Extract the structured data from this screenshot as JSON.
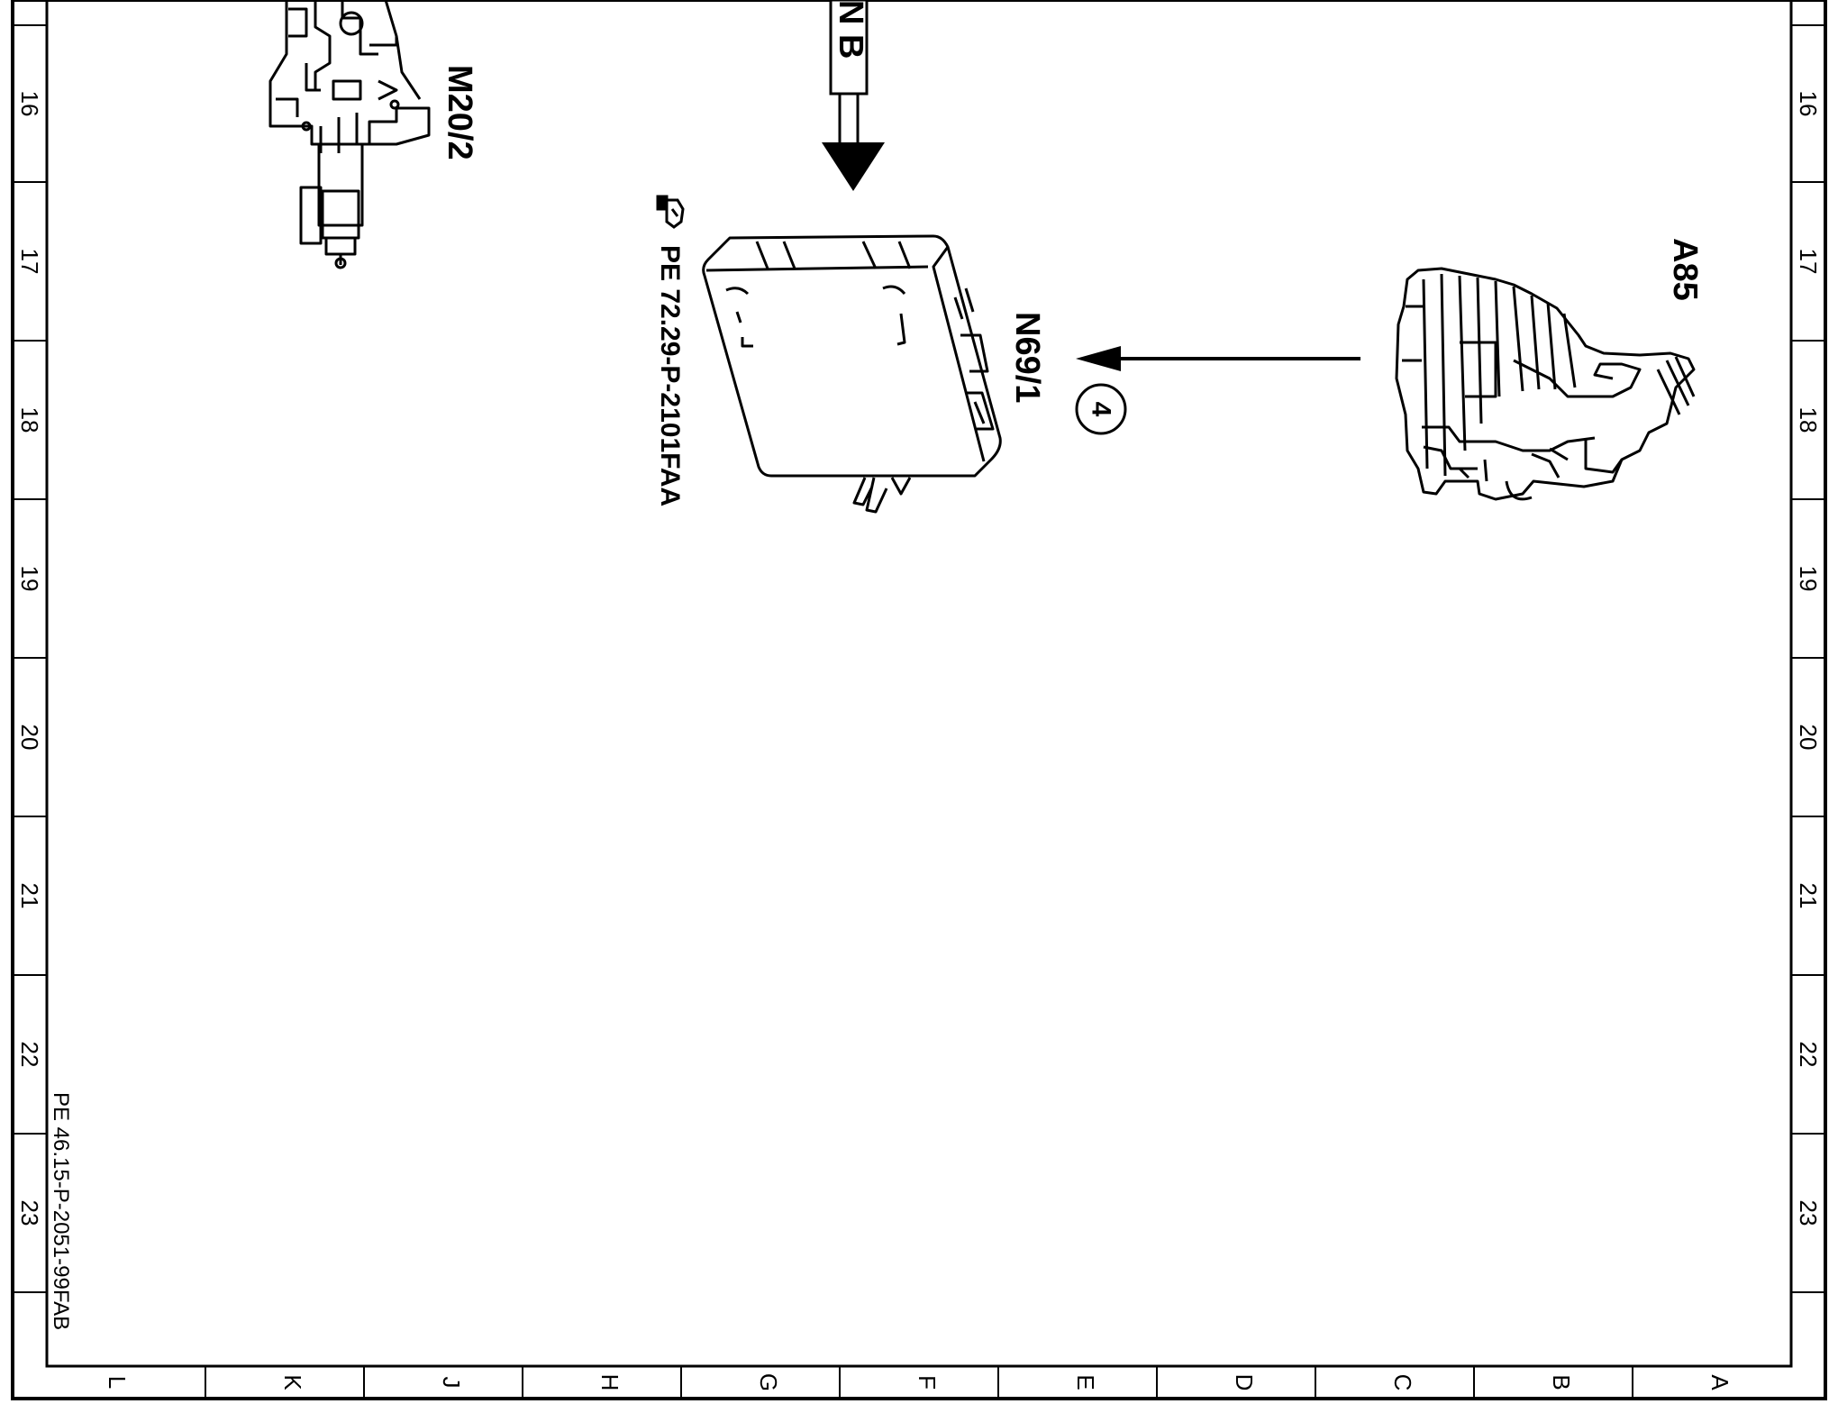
{
  "sheet": {
    "rows_left": [
      "16",
      "17",
      "18",
      "19",
      "20",
      "21",
      "22",
      "23"
    ],
    "rows_right": [
      "16",
      "17",
      "18",
      "19",
      "20",
      "21",
      "22",
      "23"
    ],
    "columns": [
      "L",
      "K",
      "J",
      "H",
      "G",
      "F",
      "E",
      "D",
      "C",
      "B",
      "A"
    ],
    "document_ref": "PE 46.15-P-2051-99FAB"
  },
  "components": {
    "m20_2": "M20/2",
    "n69_1": "N69/1",
    "a85": "A85",
    "bus_tag": "N B",
    "callout": "4",
    "procedure_ref": "PE 72.29-P-2101FAA"
  },
  "icons": {
    "hand": "pointing-hand-icon"
  }
}
